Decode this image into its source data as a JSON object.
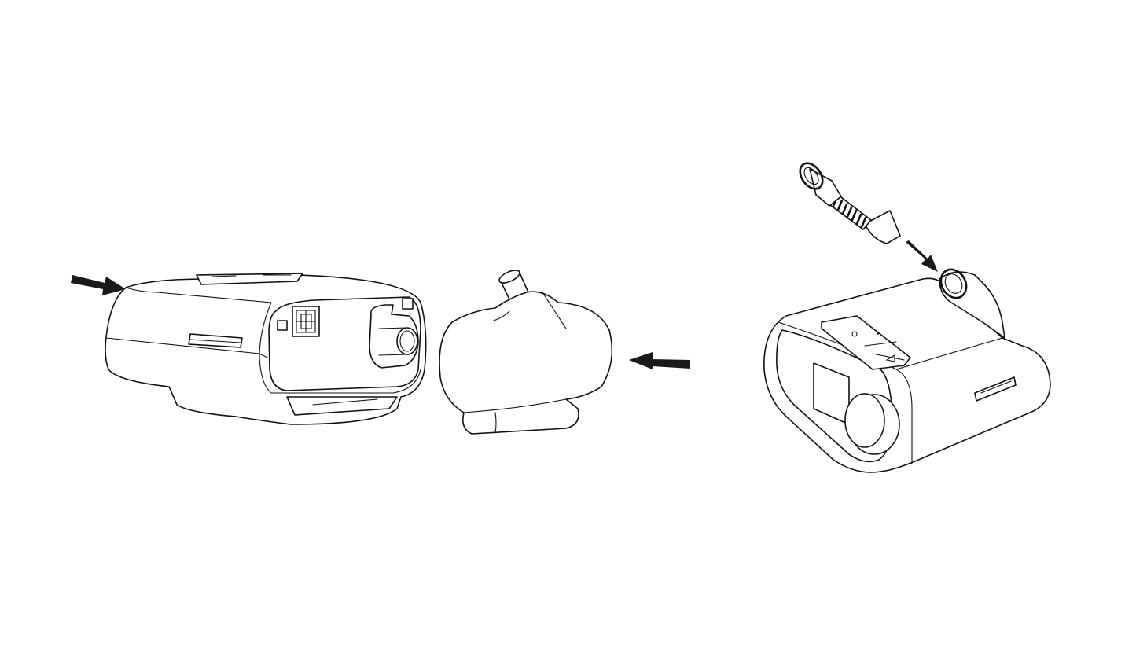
{
  "diagram": {
    "colors": {
      "line": "#111111",
      "background": "#ffffff",
      "arrow": "#1a1a1a"
    },
    "parts": [
      "therapy-device-rear",
      "humidifier",
      "assembled-device",
      "tubing"
    ],
    "arrows": [
      "arrow-right-into-device",
      "arrow-left-into-humidifier",
      "arrow-down-tube-to-outlet"
    ]
  }
}
